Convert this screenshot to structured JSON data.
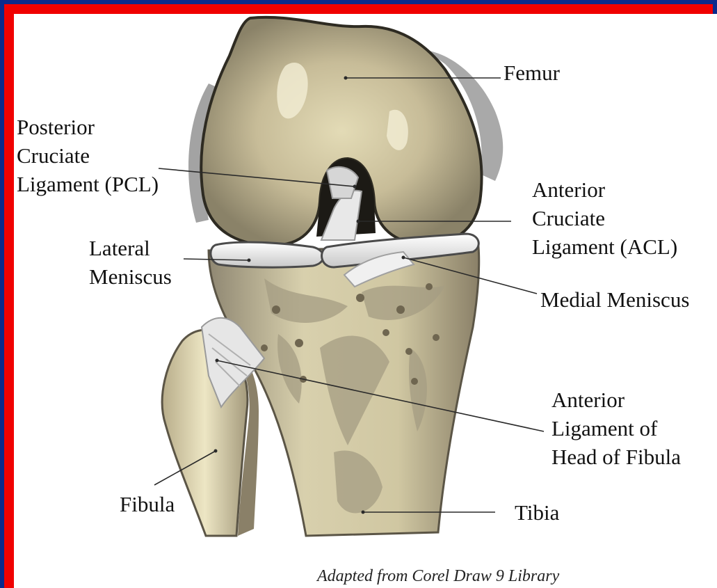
{
  "labels": {
    "femur": [
      "Femur"
    ],
    "pcl": [
      "Posterior",
      "Cruciate",
      "Ligament (PCL)"
    ],
    "acl": [
      "Anterior",
      "Cruciate",
      "Ligament (ACL)"
    ],
    "lateral_meniscus": [
      "Lateral",
      "Meniscus"
    ],
    "medial_meniscus": [
      "Medial Meniscus"
    ],
    "fibula_ligament": [
      "Anterior",
      "Ligament of",
      "Head of Fibula"
    ],
    "fibula": [
      "Fibula"
    ],
    "tibia": [
      "Tibia"
    ]
  },
  "credit": "Adapted from Corel Draw 9 Library",
  "colors": {
    "background": "#0a2a8c",
    "border": "#f00000",
    "panel": "#ffffff",
    "bone": "#bfb28f",
    "bone_light": "#e9e2bd",
    "cartilage": "#9a9a9a"
  }
}
